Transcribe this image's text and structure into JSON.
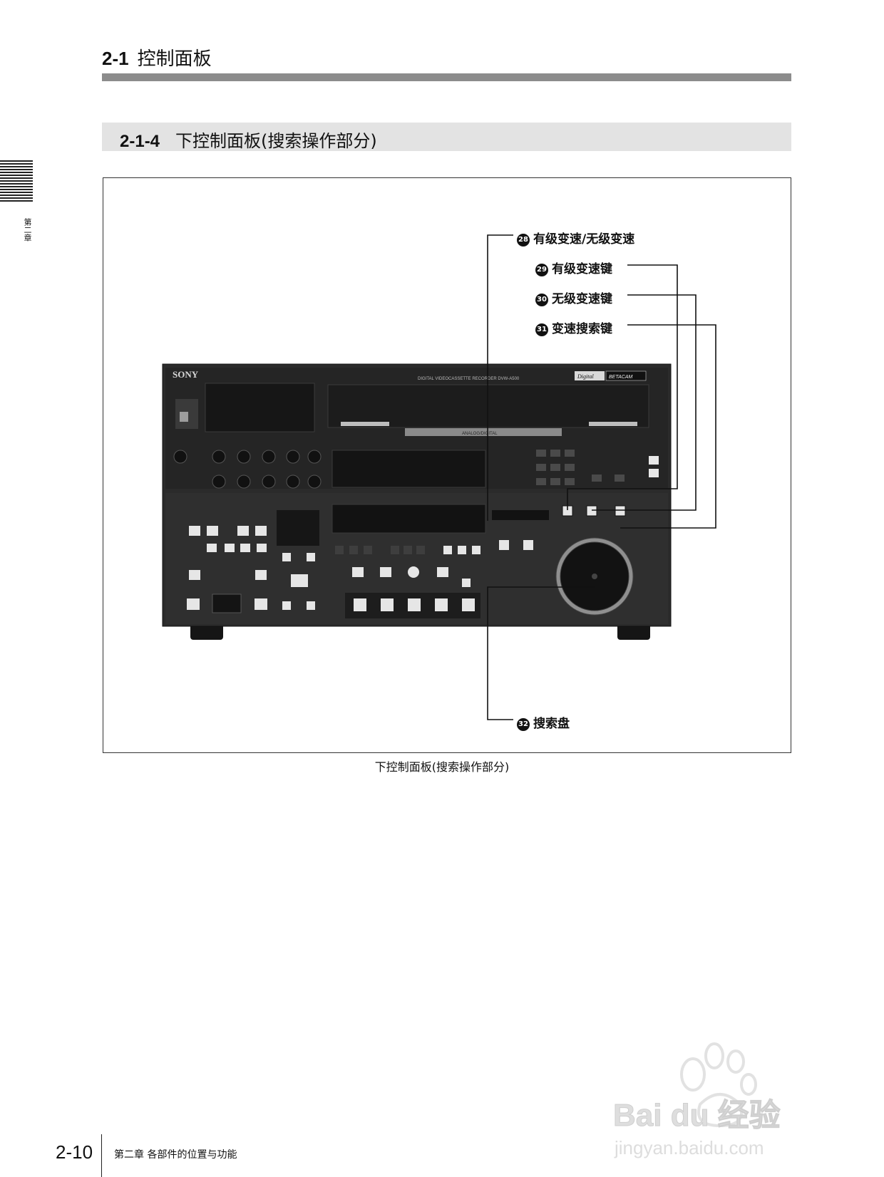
{
  "section": {
    "number": "2-1",
    "title": "控制面板"
  },
  "subsection": {
    "number": "2-1-4",
    "title": "下控制面板(搜索操作部分)"
  },
  "side_label": "第二章",
  "device": {
    "brand": "SONY",
    "model_text": "DIGITAL VIDEOCASSETTE RECORDER  DVW-A500",
    "badge": [
      "Digital",
      "BETACAM"
    ],
    "slot_label": "ANALOG/DIGITAL"
  },
  "callouts": [
    {
      "num": "28",
      "label": "有级变速/无级变速"
    },
    {
      "num": "29",
      "label": "有级变速键"
    },
    {
      "num": "30",
      "label": "无级变速键"
    },
    {
      "num": "31",
      "label": "变速搜索键"
    },
    {
      "num": "32",
      "label": "搜索盘"
    }
  ],
  "caption": "下控制面板(搜索操作部分)",
  "footer": {
    "page_number": "2-10",
    "chapter_text": "第二章 各部件的位置与功能"
  },
  "watermark": {
    "brand": "Bai du 经验",
    "url": "jingyan.baidu.com"
  }
}
